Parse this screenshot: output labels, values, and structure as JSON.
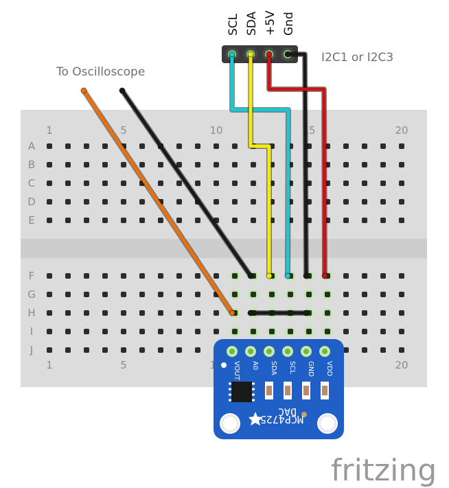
{
  "labels": {
    "oscilloscope": "To Oscilloscope",
    "i2c_bus": "I2C1 or I2C3"
  },
  "header_pins": [
    "SCL",
    "SDA",
    "+5V",
    "Gnd"
  ],
  "breadboard": {
    "rows_top": [
      "A",
      "B",
      "C",
      "D",
      "E"
    ],
    "rows_bottom": [
      "F",
      "G",
      "H",
      "I",
      "J"
    ],
    "column_numbers": [
      "1",
      "5",
      "10",
      "15",
      "20"
    ]
  },
  "dac": {
    "name": "MCP4725",
    "sub": "DAC",
    "pins": [
      "VOUT",
      "A0",
      "SDA",
      "SCL",
      "GND",
      "VDD"
    ],
    "board_color": "#1f5fc6"
  },
  "wire_colors": {
    "orange": "#e8700f",
    "black": "#1a1a1a",
    "yellow": "#f2ea10",
    "cyan": "#18c8d2",
    "red": "#c81414"
  },
  "brand": "fritzing"
}
